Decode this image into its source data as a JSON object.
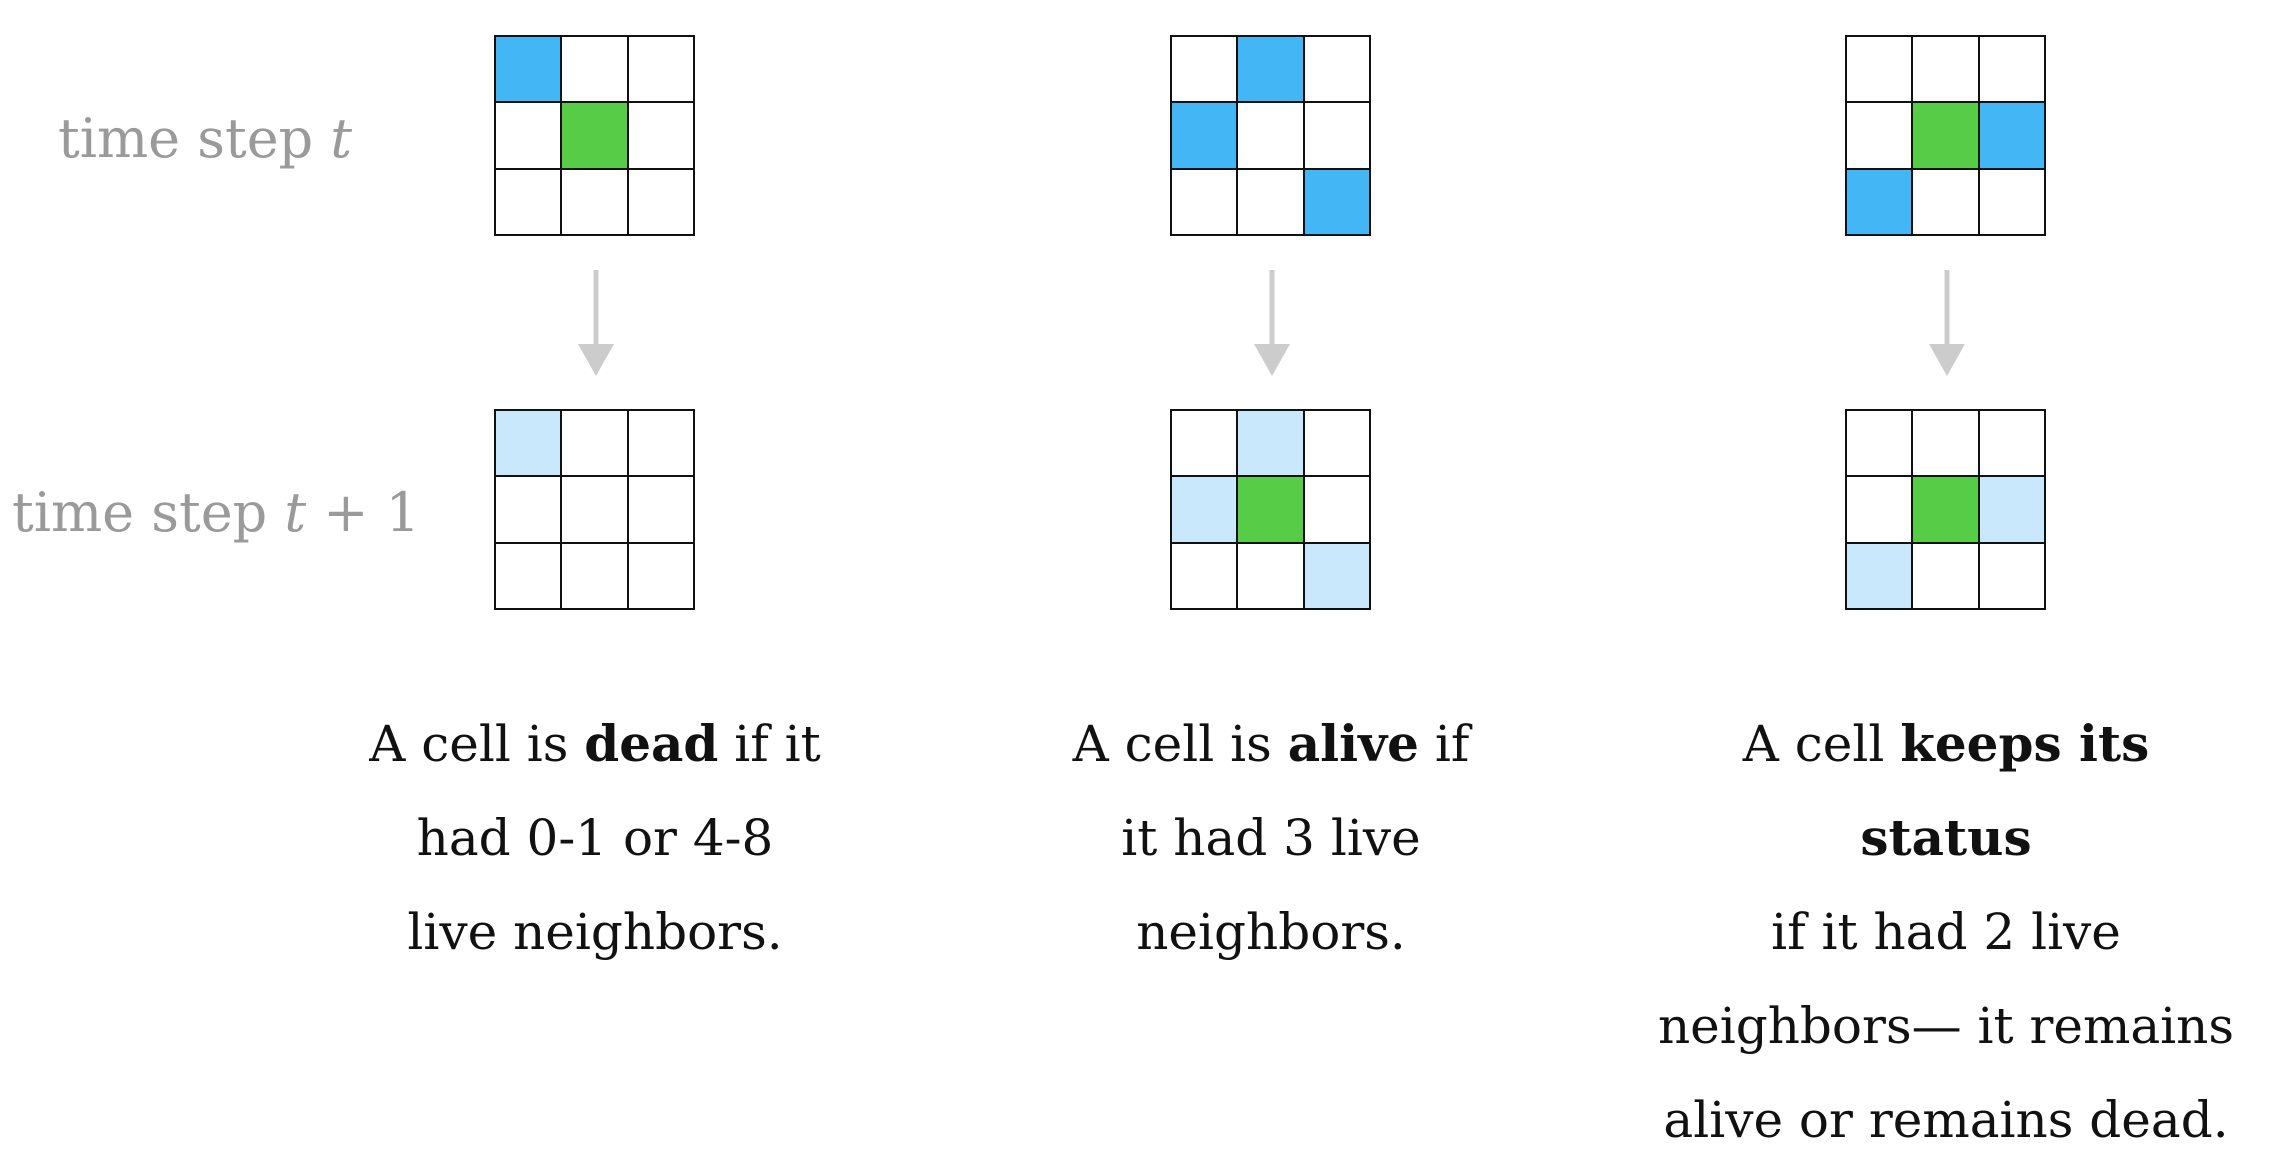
{
  "row_labels": {
    "t": {
      "prefix": "time step ",
      "var": "t",
      "suffix": ""
    },
    "t1": {
      "prefix": "time step ",
      "var": "t",
      "suffix": " + 1"
    }
  },
  "legend_colors": {
    "live_neighbor": "#43b6f5",
    "center_cell": "#57cc47",
    "previous_live_neighbor": "#c9e8fb",
    "dead_cell": "#ffffff",
    "arrow": "#cccccc"
  },
  "examples": [
    {
      "id": "dead",
      "before": [
        "live",
        "empty",
        "empty",
        "empty",
        "center",
        "empty",
        "empty",
        "empty",
        "empty"
      ],
      "after": [
        "faded",
        "empty",
        "empty",
        "empty",
        "empty",
        "empty",
        "empty",
        "empty",
        "empty"
      ],
      "caption": {
        "line1_pre": "A cell is ",
        "line1_bold": "dead",
        "line1_post": " if it",
        "line2": "had 0-1 or 4-8",
        "line3": "live neighbors.",
        "line4": ""
      }
    },
    {
      "id": "alive",
      "before": [
        "empty",
        "live",
        "empty",
        "live",
        "empty",
        "empty",
        "empty",
        "empty",
        "live"
      ],
      "after": [
        "empty",
        "faded",
        "empty",
        "faded",
        "center",
        "empty",
        "empty",
        "empty",
        "faded"
      ],
      "caption": {
        "line1_pre": "A cell is ",
        "line1_bold": "alive",
        "line1_post": " if",
        "line2": "it had 3 live",
        "line3": "neighbors.",
        "line4": ""
      }
    },
    {
      "id": "keeps",
      "before": [
        "empty",
        "empty",
        "empty",
        "empty",
        "center",
        "live",
        "live",
        "empty",
        "empty"
      ],
      "after": [
        "empty",
        "empty",
        "empty",
        "empty",
        "center",
        "faded",
        "faded",
        "empty",
        "empty"
      ],
      "caption": {
        "line1_pre": "A cell ",
        "line1_bold": "keeps its status",
        "line1_post": "",
        "line2": "if it had 2 live",
        "line3": "neighbors— it remains",
        "line4": "alive or remains dead."
      }
    }
  ]
}
